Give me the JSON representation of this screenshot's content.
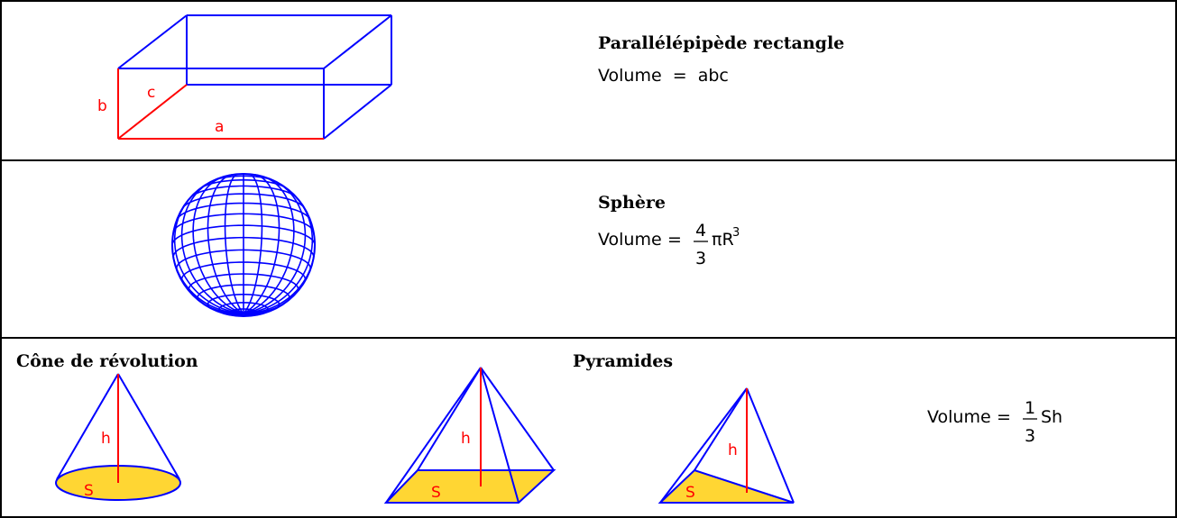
{
  "sections": {
    "box": {
      "title": "Parallélépipède rectangle",
      "formula_label": "Volume",
      "formula_equals": "=",
      "formula_expr": "abc",
      "labels": {
        "a": "a",
        "b": "b",
        "c": "c"
      }
    },
    "sphere": {
      "title": "Sphère",
      "formula_label": "Volume",
      "formula_equals": "=",
      "frac_num": "4",
      "frac_den": "3",
      "formula_rest": "πR",
      "exponent": "3"
    },
    "cone": {
      "title": "Cône de révolution",
      "labels": {
        "h": "h",
        "S": "S"
      }
    },
    "pyramids": {
      "title": "Pyramides",
      "labels": {
        "h": "h",
        "S": "S"
      },
      "formula_label": "Volume",
      "formula_equals": "=",
      "frac_num": "1",
      "frac_den": "3",
      "formula_rest": "Sh"
    }
  },
  "colors": {
    "edges": "#0000ff",
    "highlight": "#ff0000",
    "base_fill": "#ffd633",
    "border": "#000000"
  }
}
